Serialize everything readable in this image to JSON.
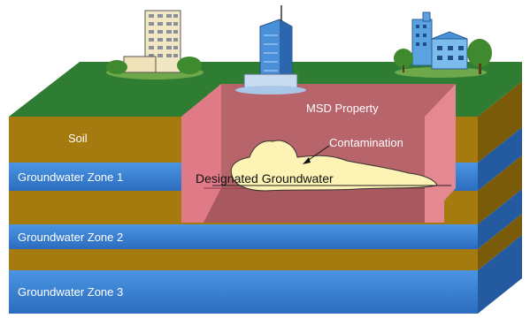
{
  "labels": {
    "soil": "Soil",
    "zone1": "Groundwater Zone 1",
    "zone2": "Groundwater Zone 2",
    "zone3": "Groundwater Zone 3",
    "property": "MSD Property",
    "contamination": "Contamination",
    "designated": "Designated Groundwater"
  },
  "colors": {
    "grass": "#2e7d32",
    "soil": "#a57a0e",
    "soil_side": "#6f5208",
    "water": "#3a7fd0",
    "water_side": "#245aa0",
    "property_wall": "#e07a86",
    "property_floor": "#b7646a",
    "plume": "#fdf3b4"
  },
  "icons": [
    "apartment-building-icon",
    "office-tower-icon",
    "office-park-icon"
  ]
}
